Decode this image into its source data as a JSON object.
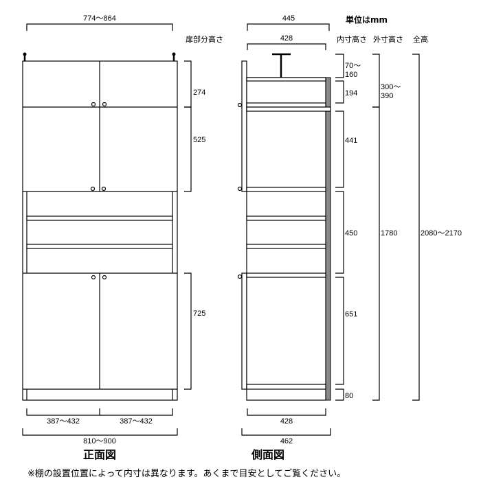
{
  "units": "単位はmm",
  "front": {
    "title": "正面図",
    "door_height_header": "扉部分高さ",
    "top_width": "774～864",
    "door_heights": [
      "274",
      "525",
      "725"
    ],
    "inner_widths": [
      "387～432",
      "387～432"
    ],
    "outer_width": "810～900"
  },
  "side": {
    "title": "側面図",
    "depth_top": "445",
    "depth_inner_top": "428",
    "headers": {
      "inner": "内寸高さ",
      "outer": "外寸高さ",
      "total": "全高"
    },
    "inner_heights": {
      "a1": "70～",
      "a2": "160",
      "b": "194",
      "c": "441",
      "d": "450",
      "e": "651",
      "f": "80"
    },
    "outer_heights": {
      "a1": "300～",
      "a2": "390",
      "b": "1780"
    },
    "total_height": "2080～2170",
    "depth_inner_bottom": "428",
    "depth_bottom": "462"
  },
  "note": "※棚の設置位置によって内寸は異なります。あくまで目安としてご覧ください。"
}
